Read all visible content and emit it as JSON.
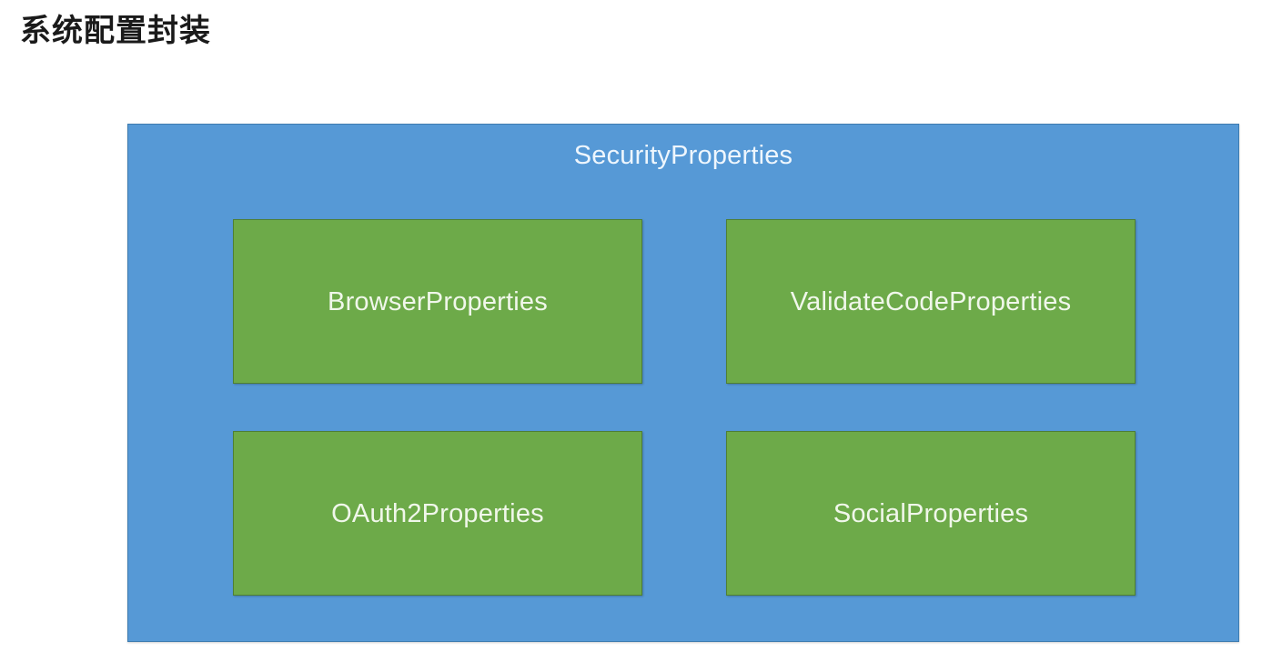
{
  "slide": {
    "title": "系统配置封装",
    "background_color": "#ffffff"
  },
  "diagram": {
    "container": {
      "label": "SecurityProperties",
      "fill_color": "#5699d6",
      "border_color": "#3f7cb0",
      "text_color": "#eef6fd"
    },
    "boxes": [
      {
        "label": "BrowserProperties",
        "fill_color": "#6daa49",
        "border_color": "#4f7f33",
        "text_color": "#f0f7ea",
        "row": 1,
        "column": 1
      },
      {
        "label": "ValidateCodeProperties",
        "fill_color": "#6daa49",
        "border_color": "#4f7f33",
        "text_color": "#f0f7ea",
        "row": 1,
        "column": 2
      },
      {
        "label": "OAuth2Properties",
        "fill_color": "#6daa49",
        "border_color": "#4f7f33",
        "text_color": "#f0f7ea",
        "row": 2,
        "column": 1
      },
      {
        "label": "SocialProperties",
        "fill_color": "#6daa49",
        "border_color": "#4f7f33",
        "text_color": "#f0f7ea",
        "row": 2,
        "column": 2
      }
    ]
  }
}
